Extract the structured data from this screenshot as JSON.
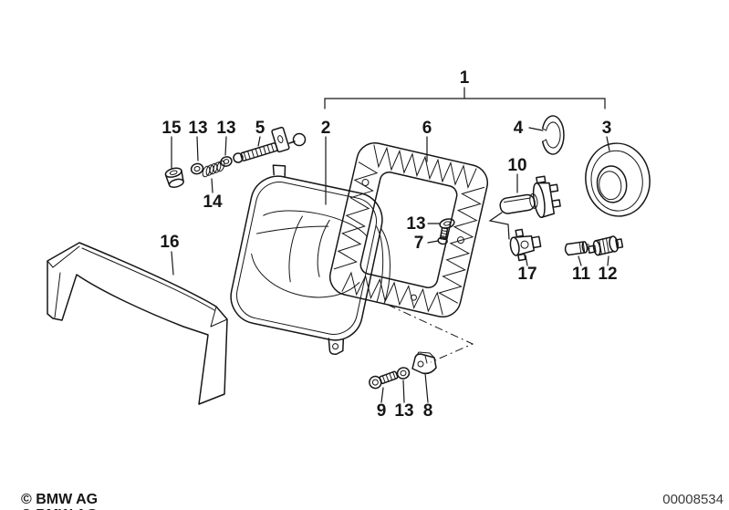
{
  "image": {
    "background": "#ffffff",
    "line_color": "#161616"
  },
  "footer": {
    "copyright": "© BMW AG",
    "doc_number": "00008534"
  },
  "callouts": [
    {
      "text": "1"
    },
    {
      "text": "15"
    },
    {
      "text": "13"
    },
    {
      "text": "13"
    },
    {
      "text": "5"
    },
    {
      "text": "2"
    },
    {
      "text": "6"
    },
    {
      "text": "4"
    },
    {
      "text": "3"
    },
    {
      "text": "14"
    },
    {
      "text": "16"
    },
    {
      "text": "10"
    },
    {
      "text": "13"
    },
    {
      "text": "7"
    },
    {
      "text": "17"
    },
    {
      "text": "11"
    },
    {
      "text": "12"
    },
    {
      "text": "9"
    },
    {
      "text": "13"
    },
    {
      "text": "8"
    }
  ]
}
